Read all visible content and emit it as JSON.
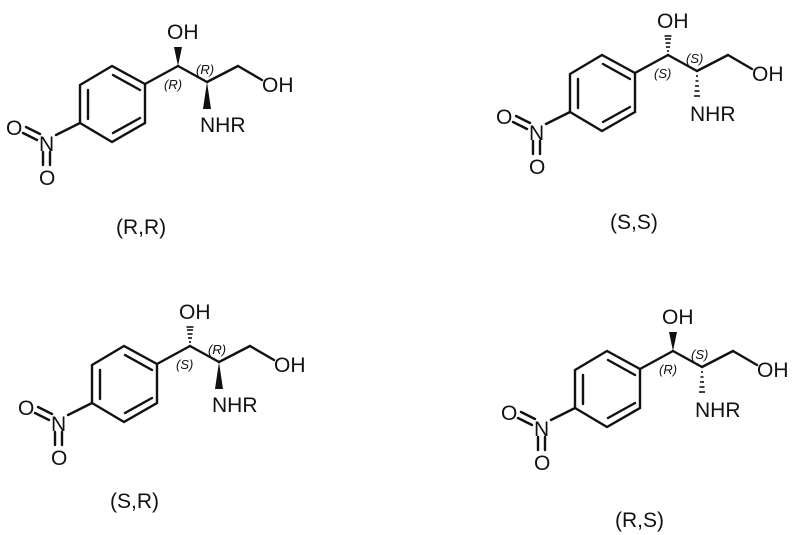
{
  "figure": {
    "structures": [
      {
        "id": "rr",
        "caption": "(R,R)",
        "c1_descriptor": "(R)",
        "c2_descriptor": "(R)",
        "c1_bond": "wedge",
        "c2_bond": "wedge",
        "labels": {
          "oh_top": "OH",
          "oh_right": "OH",
          "amine": "NHR",
          "nitro_n": "N",
          "nitro_o1": "O",
          "nitro_o2": "O"
        }
      },
      {
        "id": "ss",
        "caption": "(S,S)",
        "c1_descriptor": "(S)",
        "c2_descriptor": "(S)",
        "c1_bond": "hash",
        "c2_bond": "hash",
        "labels": {
          "oh_top": "OH",
          "oh_right": "OH",
          "amine": "NHR",
          "nitro_n": "N",
          "nitro_o1": "O",
          "nitro_o2": "O"
        }
      },
      {
        "id": "sr",
        "caption": "(S,R)",
        "c1_descriptor": "(S)",
        "c2_descriptor": "(R)",
        "c1_bond": "hash",
        "c2_bond": "wedge",
        "labels": {
          "oh_top": "OH",
          "oh_right": "OH",
          "amine": "NHR",
          "nitro_n": "N",
          "nitro_o1": "O",
          "nitro_o2": "O"
        }
      },
      {
        "id": "rs",
        "caption": "(R,S)",
        "c1_descriptor": "(R)",
        "c2_descriptor": "(S)",
        "c1_bond": "wedge",
        "c2_bond": "hash",
        "labels": {
          "oh_top": "OH",
          "oh_right": "OH",
          "amine": "NHR",
          "nitro_n": "N",
          "nitro_o1": "O",
          "nitro_o2": "O"
        }
      }
    ]
  }
}
